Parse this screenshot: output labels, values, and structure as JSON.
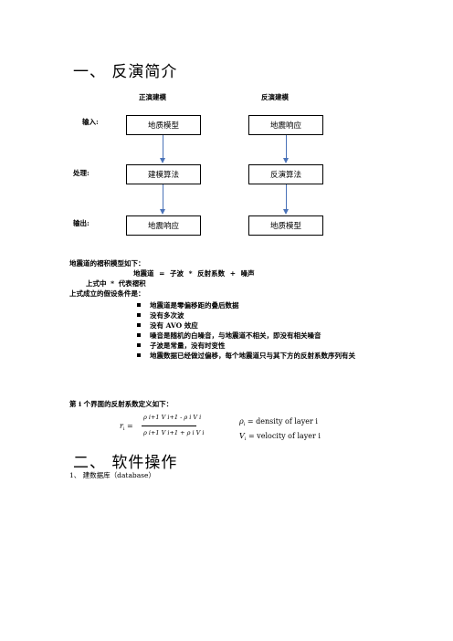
{
  "sections": {
    "s1_title": "一、 反演简介",
    "s2_title": "二、 软件操作"
  },
  "diagram": {
    "col_headers": [
      "正演建模",
      "反演建模"
    ],
    "row_labels": [
      "输入:",
      "处理:",
      "输出:"
    ],
    "left_boxes": [
      "地质模型",
      "建模算法",
      "地震响应"
    ],
    "right_boxes": [
      "地震响应",
      "反演算法",
      "地质模型"
    ],
    "arrow_color": "#4a72b8"
  },
  "text": {
    "convolution_intro": "地震道的褶积模型如下：",
    "convolution_eq": "地震道 = 子波 * 反射系数 + 噪声",
    "star_note": "上式中 * 代表褶积",
    "assumptions_intro": "上式成立的假设条件是：",
    "assumptions": [
      "地震道是零偏移距的叠后数据",
      "没有多次波",
      "没有 AVO 效应",
      "噪音是随机的白噪音，与地震道不相关，即没有相关噪音",
      "子波是常量，没有时变性",
      "地震数据已经做过偏移，每个地震道只与其下方的反射系数序列有关"
    ],
    "reflection_intro": "第 i 个界面的反射系数定义如下："
  },
  "formula": {
    "lhs": "r",
    "lhs_sub": "i",
    "equals": "=",
    "numerator": "ρ i+1 V i+1 - ρ i V i",
    "denominator": "ρ i+1 V i+1 + ρ i V i",
    "legend_rho": "= density of layer i",
    "legend_v": "= velocity of layer i"
  },
  "steps": {
    "step1": "1、 建数据库（database）"
  }
}
